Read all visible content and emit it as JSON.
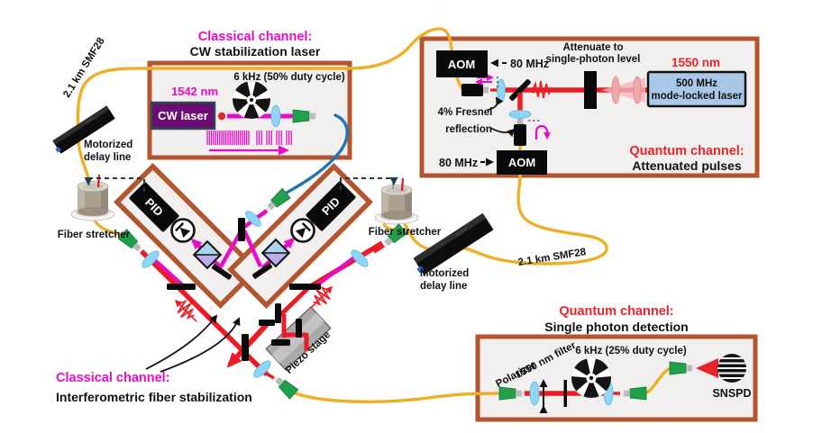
{
  "colors": {
    "magenta_accent": "#E80CC8",
    "red_accent": "#E8232A",
    "beam_red": "#EC1C24",
    "panel_border_brown": "#B3552E",
    "panel_fill": "#F2F0EF",
    "fiber_yellow": "#EFAF24",
    "fiber_blue": "#1B75BB",
    "laser_box_fill": "#A9C7E7",
    "cw_laser_fill": "#6B0D72",
    "lens_cyan": "#8FD4F4",
    "connector_green": "#21A04C"
  },
  "left_path": {
    "fiber_label": "2.1 km SMF28",
    "delay_line_l1": "Motorized",
    "delay_line_l2": "delay line",
    "stretcher_label": "Fiber stretcher"
  },
  "right_path": {
    "fiber_label": "2.1 km SMF28",
    "delay_line_l1": "Motorized",
    "delay_line_l2": "delay line",
    "stretcher_label": "Fiber stretcher"
  },
  "classical_box": {
    "title1": "Classical channel:",
    "title2": "CW stabilization laser",
    "chopper": "6 kHz (50% duty cycle)",
    "wavelength": "1542 nm",
    "laser": "CW laser"
  },
  "quantum_box": {
    "title1": "Quantum channel:",
    "title2": "Attenuated pulses",
    "aom_top": "AOM",
    "freq_top": "80 MHz",
    "attenuate_l1": "Attenuate to",
    "attenuate_l2": "single-photon level",
    "wavelength": "1550 nm",
    "laser_l1": "500 MHz",
    "laser_l2": "mode-locked laser",
    "fresnel_l1": "4% Fresnel",
    "fresnel_l2": "reflection",
    "freq_bottom": "80 MHz",
    "aom_bottom": "AOM"
  },
  "interferometer": {
    "pid_left": "PID",
    "pid_right": "PID",
    "piezo": "Piezo stage",
    "caption1": "Classical channel:",
    "caption2": "Interferometric fiber stabilization"
  },
  "detection_box": {
    "title1": "Quantum channel:",
    "title2": "Single photon detection",
    "polarizer": "Polarizer",
    "filter": "1550 nm filter",
    "chopper": "6 kHz (25% duty cycle)",
    "detector": "SNSPD"
  }
}
